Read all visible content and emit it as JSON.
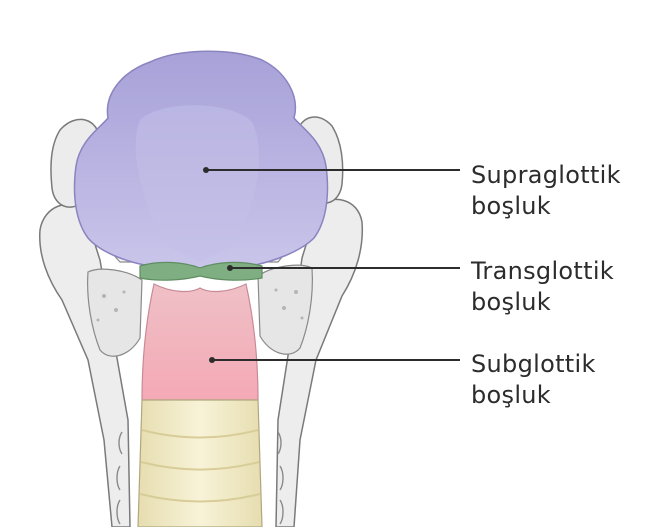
{
  "labels": [
    {
      "line1": "Supraglottik",
      "line2": "boşluk"
    },
    {
      "line1": "Transglottik",
      "line2": "boşluk"
    },
    {
      "line1": "Subglottik",
      "line2": "boşluk"
    }
  ],
  "colors": {
    "supraglottic_region": "#b9b4e0",
    "transglottic_region": "#7fae82",
    "subglottic_region": "#f0bcc4",
    "trachea_rings": "#f2ecc9",
    "cartilage": "#ededed",
    "outline": "#7a7a7a",
    "leader_line": "#2c2c2c"
  }
}
